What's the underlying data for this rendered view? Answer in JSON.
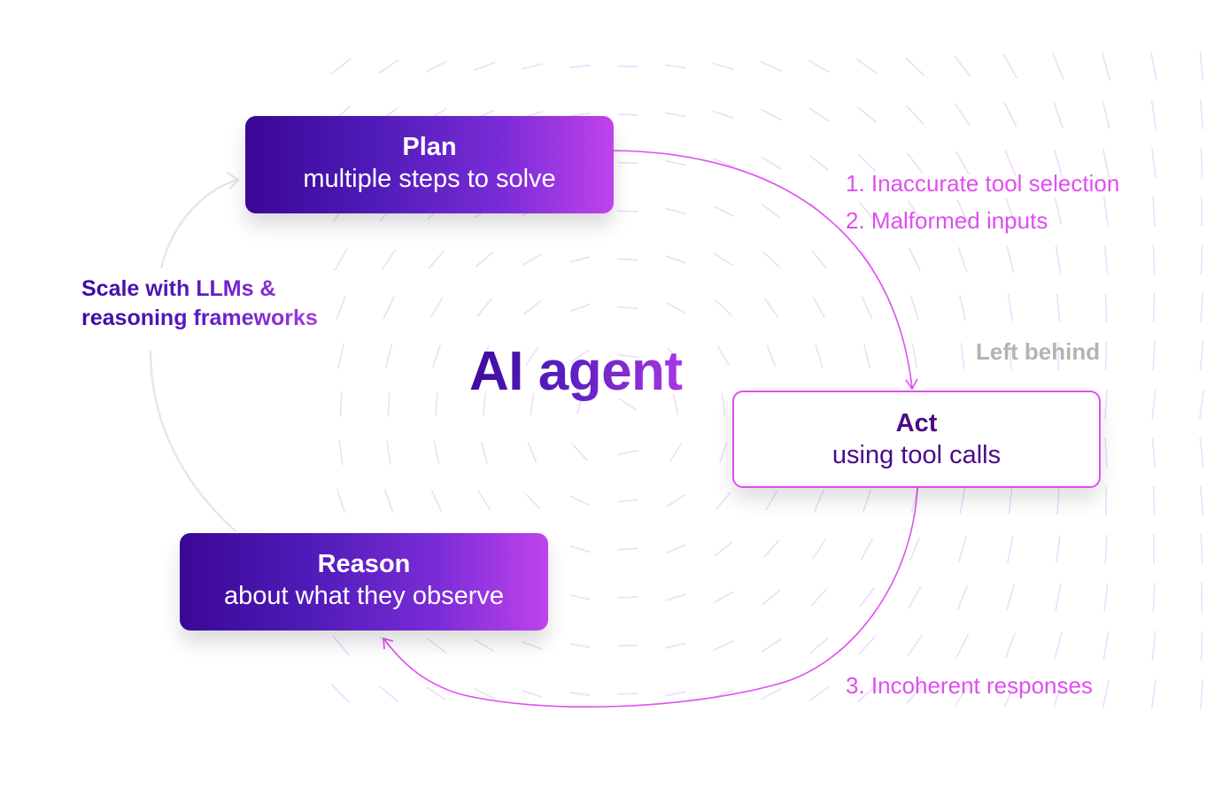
{
  "diagram": {
    "center_title": "AI agent",
    "nodes": {
      "plan": {
        "title": "Plan",
        "subtitle": "multiple steps to solve"
      },
      "act": {
        "title": "Act",
        "subtitle": "using tool calls"
      },
      "reason": {
        "title": "Reason",
        "subtitle": "about what they observe"
      }
    },
    "failure_modes": [
      "1. Inaccurate tool selection",
      "2. Malformed inputs",
      "3. Incoherent responses"
    ],
    "left_behind_label": "Left behind",
    "scale_note": [
      "Scale with LLMs &",
      "reasoning frameworks"
    ],
    "edges": [
      {
        "from": "plan",
        "to": "act",
        "style": "magenta"
      },
      {
        "from": "act",
        "to": "reason",
        "style": "magenta"
      },
      {
        "from": "reason",
        "to": "plan",
        "style": "gray"
      }
    ]
  },
  "colors": {
    "accent_magenta": "#df4ff0",
    "deep_purple": "#3a0796",
    "bright_purple": "#c043ec",
    "muted_gray": "#b3b3b3",
    "loop_gray": "#e6e6e6",
    "field_dash": "#eedcfb"
  }
}
